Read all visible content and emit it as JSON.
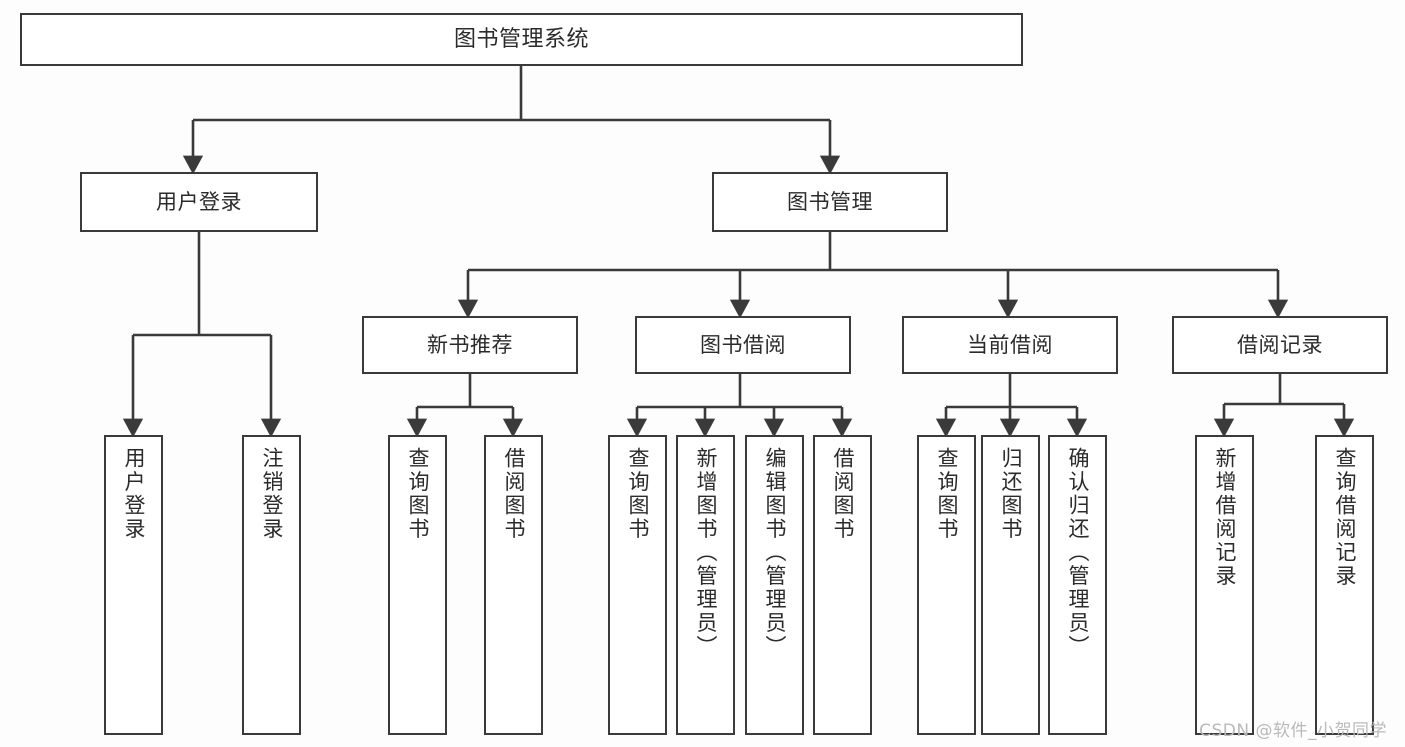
{
  "diagram": {
    "title": "图书管理系统",
    "type": "tree",
    "watermark": "CSDN @软件_小贺同学",
    "colors": {
      "background": "#fdfdfd",
      "box_fill": "#ffffff",
      "box_stroke": "#3a3a3a",
      "connector": "#3a3a3a",
      "text": "#2b2b2b",
      "watermark_text": "#b9b9b9"
    },
    "nodes": {
      "root": {
        "label": "图书管理系统"
      },
      "level1": [
        {
          "id": "user-login",
          "label": "用户登录"
        },
        {
          "id": "book-manage",
          "label": "图书管理"
        }
      ],
      "level2": [
        {
          "id": "new-book-recommend",
          "label": "新书推荐"
        },
        {
          "id": "book-borrow",
          "label": "图书借阅"
        },
        {
          "id": "current-borrow",
          "label": "当前借阅"
        },
        {
          "id": "borrow-record",
          "label": "借阅记录"
        }
      ],
      "leaves": {
        "user_login": [
          {
            "id": "leaf-user-login",
            "label": "用户登录"
          },
          {
            "id": "leaf-logout-login",
            "label": "注销登录"
          }
        ],
        "new_book_recommend": [
          {
            "id": "leaf-query-book-1",
            "label": "查询图书"
          },
          {
            "id": "leaf-borrow-book-1",
            "label": "借阅图书"
          }
        ],
        "book_borrow": [
          {
            "id": "leaf-query-book-2",
            "label": "查询图书"
          },
          {
            "id": "leaf-add-book",
            "label": "新增图书（管理员）"
          },
          {
            "id": "leaf-edit-book",
            "label": "编辑图书（管理员）"
          },
          {
            "id": "leaf-borrow-book-2",
            "label": "借阅图书"
          }
        ],
        "current_borrow": [
          {
            "id": "leaf-query-book-3",
            "label": "查询图书"
          },
          {
            "id": "leaf-return-book",
            "label": "归还图书"
          },
          {
            "id": "leaf-confirm-return",
            "label": "确认归还（管理员）"
          }
        ],
        "borrow_record": [
          {
            "id": "leaf-add-record",
            "label": "新增借阅记录"
          },
          {
            "id": "leaf-query-record",
            "label": "查询借阅记录"
          }
        ]
      }
    }
  }
}
